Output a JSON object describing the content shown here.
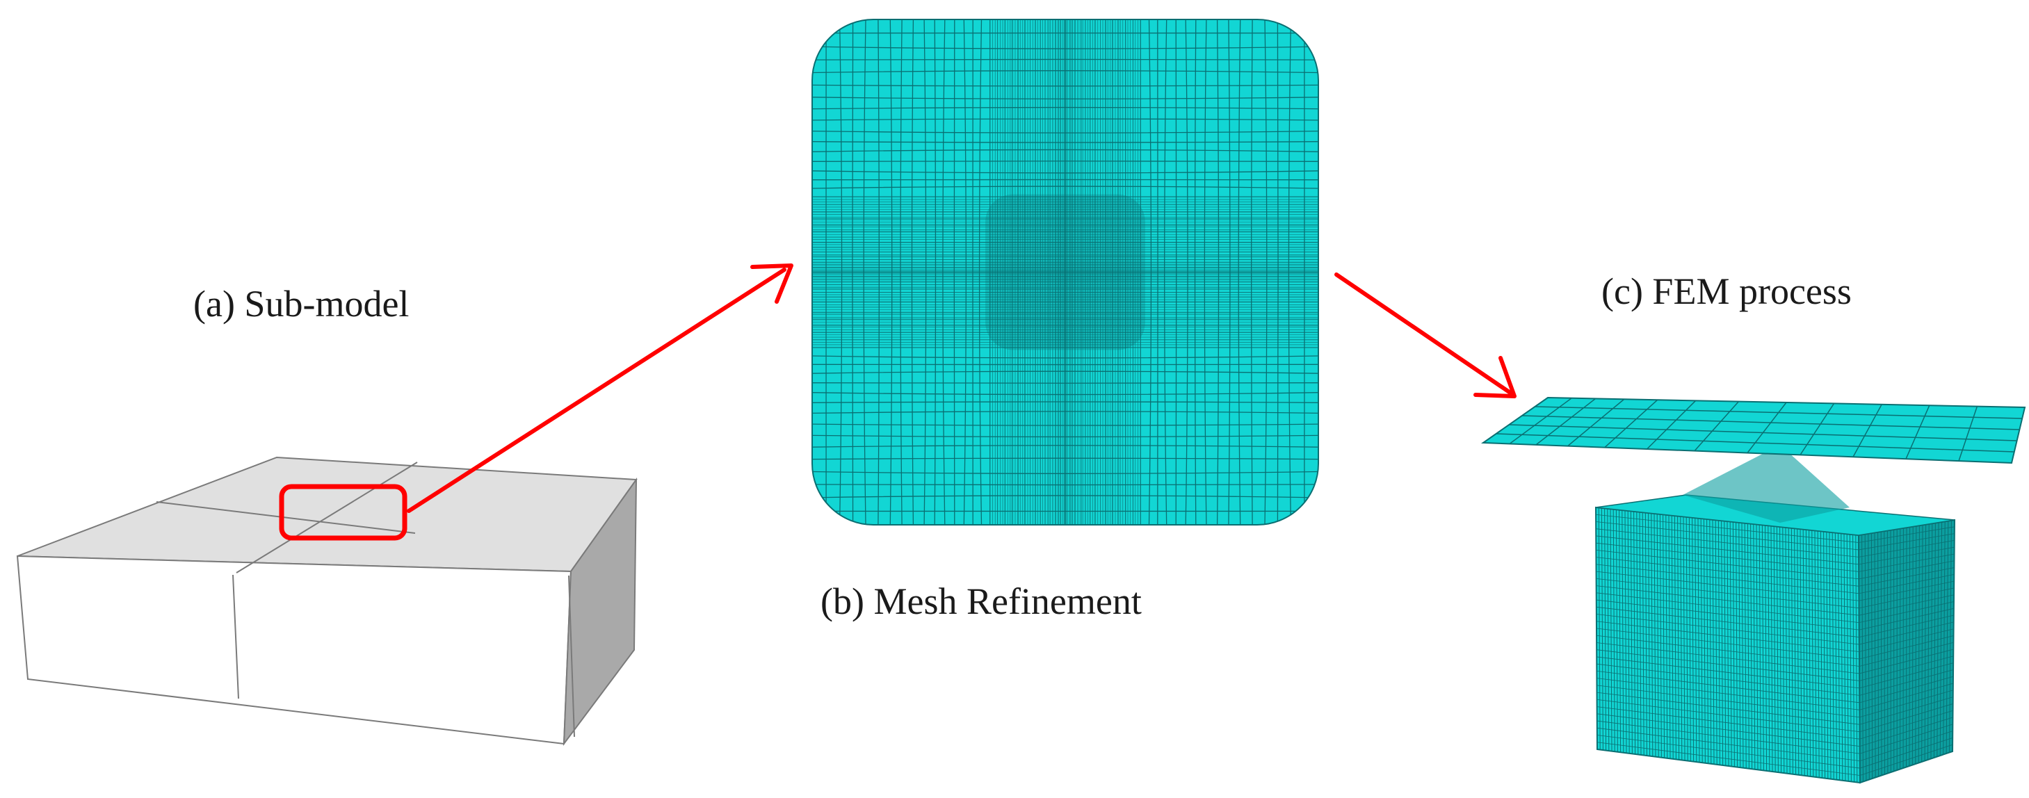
{
  "labels": {
    "a": "(a) Sub-model",
    "b": "(b) Mesh Refinement",
    "c": "(c) FEM process"
  },
  "colors": {
    "mesh_fill": "#12D6D4",
    "mesh_line": "#0A6F72",
    "arrow": "#FF0000",
    "box_top": "#E0E0E0",
    "box_front": "#FFFFFF",
    "box_side": "#A9A9A9",
    "box_edge": "#7A7A7A",
    "mesh_side_dark": "#0C9FA0"
  }
}
